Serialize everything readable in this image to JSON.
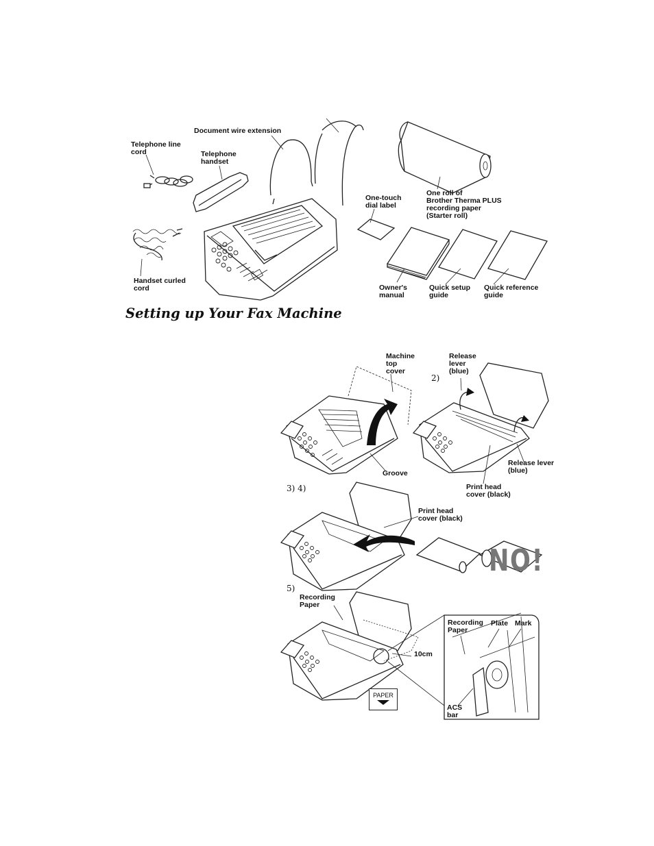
{
  "parts": {
    "telephone_line_cord": "Telephone line\ncord",
    "document_wire_extension": "Document wire extension",
    "telephone_handset": "Telephone\nhandset",
    "one_roll_paper": "One roll of\nBrother Therma PLUS\nrecording paper\n(Starter roll)",
    "one_touch_dial_label": "One-touch\ndial label",
    "handset_curled_cord": "Handset curled\ncord",
    "owners_manual": "Owner's\nmanual",
    "quick_setup_guide": "Quick setup\nguide",
    "quick_reference_guide": "Quick reference\nguide"
  },
  "section_title": "Setting up Your Fax Machine",
  "steps": {
    "step2": "2)",
    "step3_4": "3)  4)",
    "step5": "5)"
  },
  "labels": {
    "machine_top_cover": "Machine\ntop\ncover",
    "groove": "Groove",
    "release_lever_top": "Release\nlever\n(blue)",
    "release_lever_right": "Release lever\n(blue)",
    "print_head_cover_a": "Print head\ncover (black)",
    "print_head_cover_b": "Print head\ncover (black)",
    "no_text": "NO!",
    "recording_paper": "Recording\nPaper",
    "ten_cm": "10cm",
    "paper_button": "PAPER",
    "inset_recording_paper": "Recording\nPaper",
    "inset_plate": "Plate",
    "inset_mark": "Mark",
    "inset_acs_bar": "ACS\nbar"
  }
}
